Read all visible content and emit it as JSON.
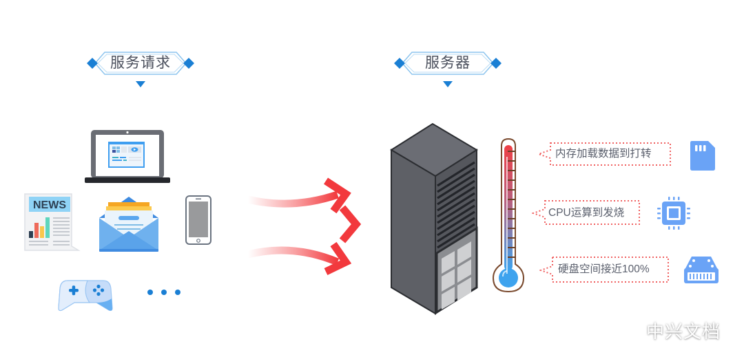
{
  "labels": {
    "requests": "服务请求",
    "server": "服务器"
  },
  "request_sources": [
    {
      "name": "laptop"
    },
    {
      "name": "newspaper",
      "text": "NEWS"
    },
    {
      "name": "email"
    },
    {
      "name": "smartphone"
    },
    {
      "name": "gamepad"
    },
    {
      "name": "more-dots"
    }
  ],
  "symptoms": [
    {
      "text": "内存加载数据到打转",
      "icon": "memory-card-icon"
    },
    {
      "text": "CPU运算到发烧",
      "icon": "cpu-chip-icon"
    },
    {
      "text": "硬盘空间接近100%",
      "icon": "hard-drive-icon"
    }
  ],
  "watermark": "中兴文档",
  "colors": {
    "accent_blue": "#1a7fd4",
    "label_border": "#8cc4ee",
    "arrow_red": "#f2393d",
    "callout_dotted": "#f06060",
    "icon_blue": "#6aa3f6",
    "server_dark": "#5d5f65",
    "thermo_hot": "#ef4545",
    "thermo_cold": "#3ea3ee"
  }
}
